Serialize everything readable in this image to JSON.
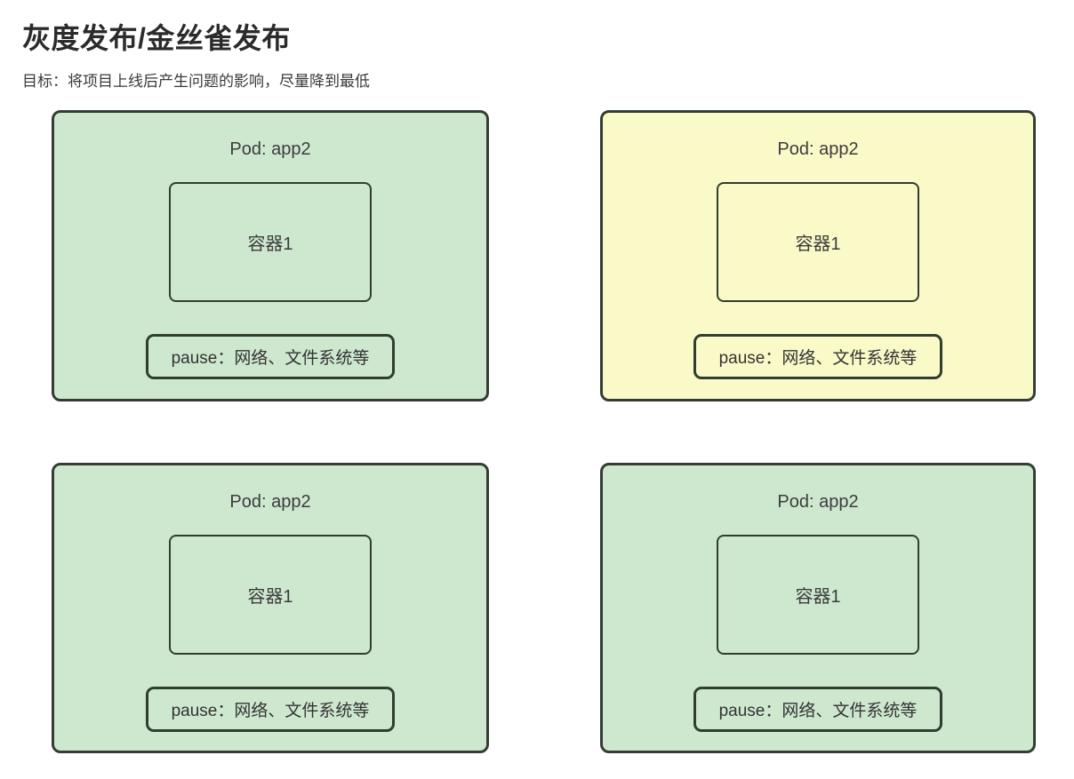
{
  "page": {
    "title": "灰度发布/金丝雀发布",
    "subtitle": "目标：将项目上线后产生问题的影响，尽量降到最低"
  },
  "colors": {
    "pod_fill_green": "#cee8d0",
    "pod_fill_yellow": "#fafac8",
    "border_dark": "#333d33",
    "text_dark": "#3c3c3c"
  },
  "pods": [
    {
      "position": "top-left",
      "variant": "green",
      "title": "Pod: app2",
      "container_label": "容器1",
      "pause_label": "pause：网络、文件系统等"
    },
    {
      "position": "top-right",
      "variant": "yellow",
      "title": "Pod: app2",
      "container_label": "容器1",
      "pause_label": "pause：网络、文件系统等"
    },
    {
      "position": "bottom-left",
      "variant": "green",
      "title": "Pod: app2",
      "container_label": "容器1",
      "pause_label": "pause：网络、文件系统等"
    },
    {
      "position": "bottom-right",
      "variant": "green",
      "title": "Pod: app2",
      "container_label": "容器1",
      "pause_label": "pause：网络、文件系统等"
    }
  ]
}
